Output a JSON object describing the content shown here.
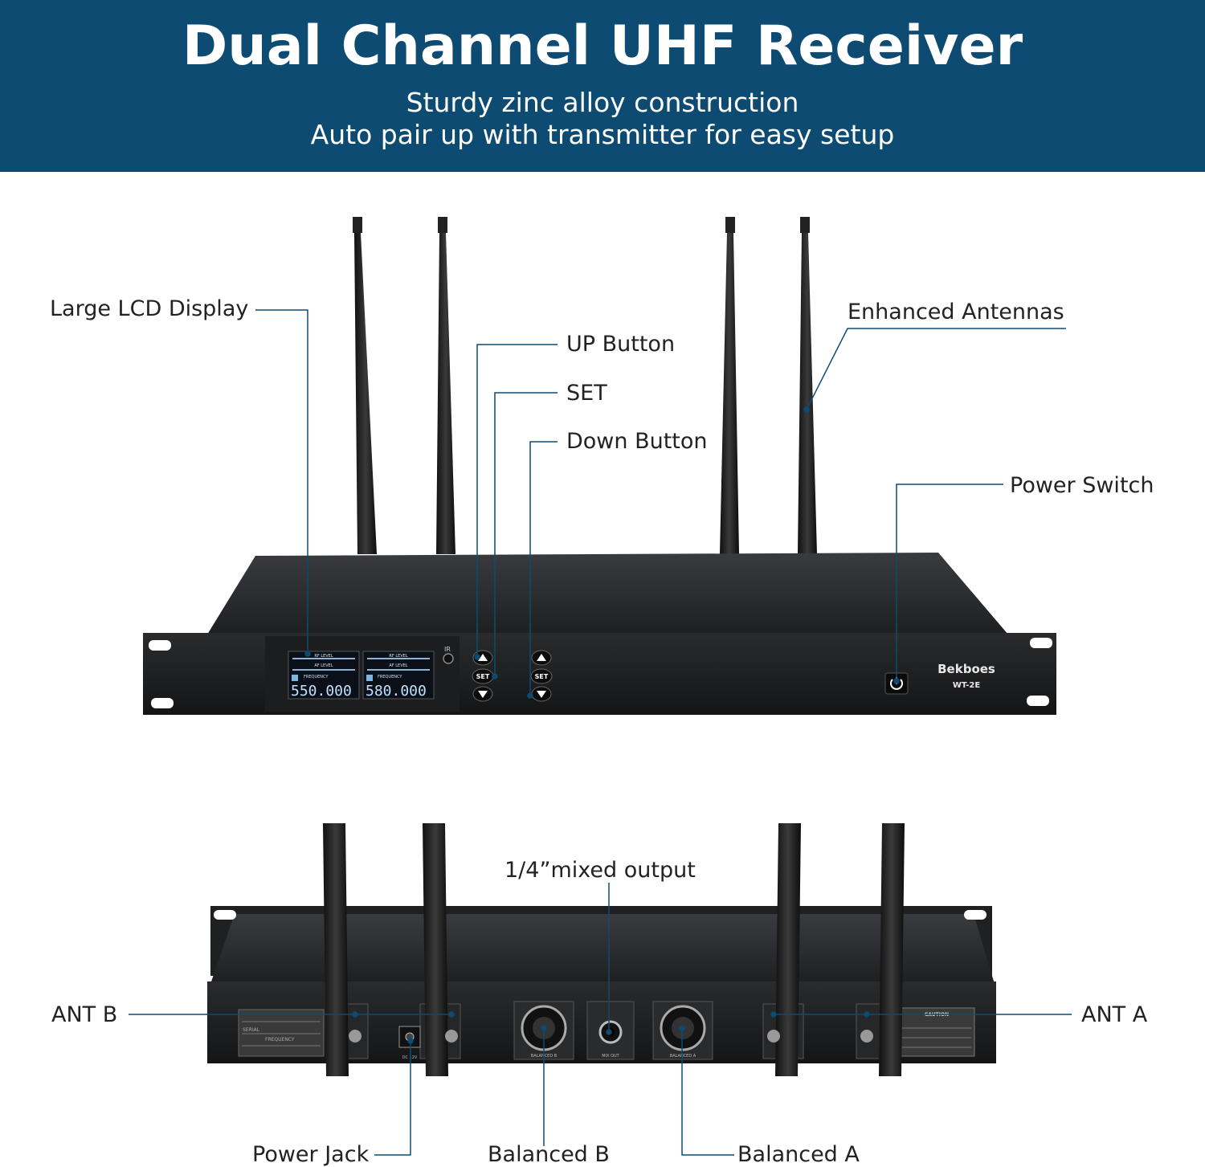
{
  "banner": {
    "title": "Dual Channel UHF Receiver",
    "subtitle_line1": "Sturdy zinc alloy construction",
    "subtitle_line2": "Auto pair up with transmitter for easy setup",
    "color": "#0d4b73"
  },
  "front": {
    "brand": "Bekboes",
    "model": "WT-2E",
    "ir_label": "IR",
    "lcd_a": {
      "rf_label": "RF LEVEL",
      "af_label": "AF LEVEL",
      "freq_label": "FREQUENCY",
      "frequency": "550.000"
    },
    "lcd_b": {
      "rf_label": "RF LEVEL",
      "af_label": "AF LEVEL",
      "freq_label": "FREQUENCY",
      "frequency": "580.000"
    },
    "set_label": "SET",
    "labels": {
      "lcd": "Large LCD Display",
      "up": "UP Button",
      "set": "SET",
      "down": "Down Button",
      "antennas": "Enhanced Antennas",
      "power": "Power Switch"
    }
  },
  "rear": {
    "caution": "CAUTION",
    "mix_out": "MIX OUT",
    "balanced_b_tag": "BALANCED B",
    "balanced_a_tag": "BALANCED A",
    "dc_tag": "DC 12V",
    "serial": "SERIAL",
    "frequency_tag": "FREQUENCY",
    "labels": {
      "mixed_output": "1/4”mixed output",
      "ant_b": "ANT B",
      "ant_a": "ANT A",
      "power_jack": "Power Jack",
      "balanced_b": "Balanced B",
      "balanced_a": "Balanced A"
    }
  },
  "icons": [
    "up-arrow-icon",
    "down-arrow-icon",
    "power-icon",
    "xlr-connector-icon",
    "jack-icon"
  ]
}
